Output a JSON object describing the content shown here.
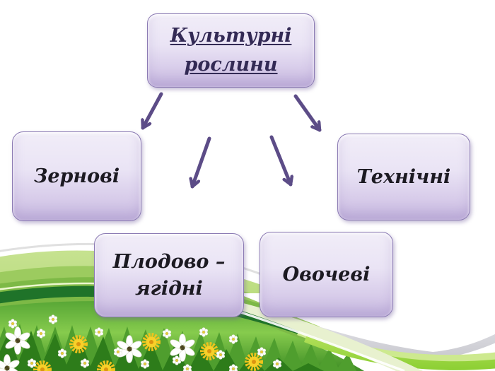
{
  "diagram": {
    "root": {
      "id": "root",
      "label": "Культурні рослини"
    },
    "children": [
      {
        "id": "zernovi",
        "label": "Зернові"
      },
      {
        "id": "tekhnichni",
        "label": "Технічні"
      },
      {
        "id": "plodovo",
        "label": "Плодово – ягідні"
      },
      {
        "id": "ovochevi",
        "label": "Овочеві"
      }
    ],
    "edges": [
      {
        "from": "root",
        "to": "zernovi"
      },
      {
        "from": "root",
        "to": "plodovo"
      },
      {
        "from": "root",
        "to": "ovochevi"
      },
      {
        "from": "root",
        "to": "tekhnichni"
      }
    ]
  },
  "colors": {
    "arrow_purple": "#5c4c87",
    "box_border": "#8b7ab3",
    "box_fill_top": "#f1edf8",
    "box_fill_bottom": "#c7b9e0",
    "title_text": "#332a55",
    "node_text": "#1c1a22",
    "meadow_green": "#7cc845",
    "dark_band_green": "#1f7329"
  }
}
